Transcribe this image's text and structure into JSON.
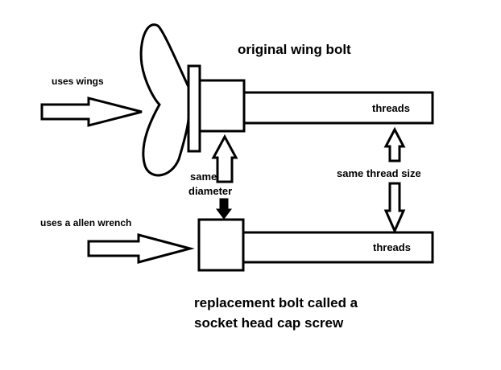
{
  "labels": {
    "title_original": "original wing bolt",
    "uses_wings": "uses wings",
    "threads_top": "threads",
    "same_diameter_line1": "same",
    "same_diameter_line2": "diameter",
    "same_thread_size": "same thread size",
    "uses_allen": "uses a allen wrench",
    "threads_bottom": "threads",
    "replacement_line1": "replacement bolt  called a",
    "replacement_line2": "socket head cap screw"
  },
  "colors": {
    "stroke": "#000000",
    "background": "#ffffff"
  }
}
